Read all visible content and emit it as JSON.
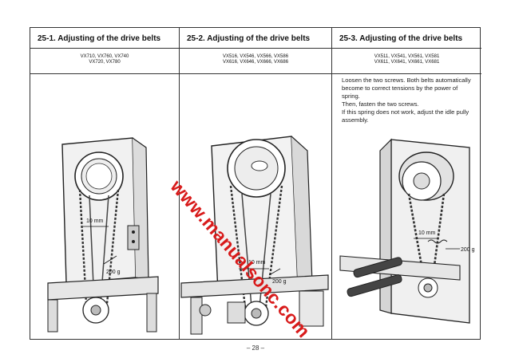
{
  "sections": [
    {
      "title": "25-1.  Adjusting of the drive belts",
      "models": [
        "VX710, VX760, VX740",
        "VX720, VX780"
      ],
      "labels": {
        "distance": "10 mm",
        "tension": "200 g"
      }
    },
    {
      "title": "25-2.  Adjusting of the drive belts",
      "models": [
        "VX516, VX546, VX566, VX586",
        "VX616, VX646, VX666, VX686"
      ],
      "labels": {
        "distance": "10 mm",
        "tension": "200 g"
      }
    },
    {
      "title": "25-3.  Adjusting of the drive belts",
      "models": [
        "VX511, VX541, VX561, VX581",
        "VX611, VX641, VX661, VX681"
      ],
      "instructions": [
        "Loosen the two screws.  Both belts automatically become to correct tensions by the power of spring.",
        "Then, fasten the two screws.",
        "If this spring does not work, adjust the idle pully assembly."
      ],
      "labels": {
        "distance": "10 mm",
        "tension": "200 g"
      }
    }
  ],
  "page_number": "– 28 –",
  "watermark": "www.manualsonc.com"
}
